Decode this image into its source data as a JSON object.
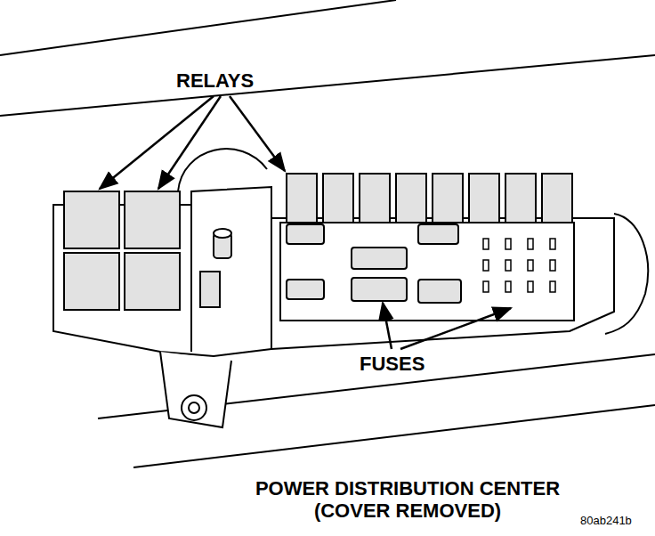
{
  "diagram": {
    "caption": "POWER DISTRIBUTION CENTER (COVER REMOVED)",
    "labels": [
      "RELAYS",
      "FUSES",
      "80ab241b"
    ]
  }
}
